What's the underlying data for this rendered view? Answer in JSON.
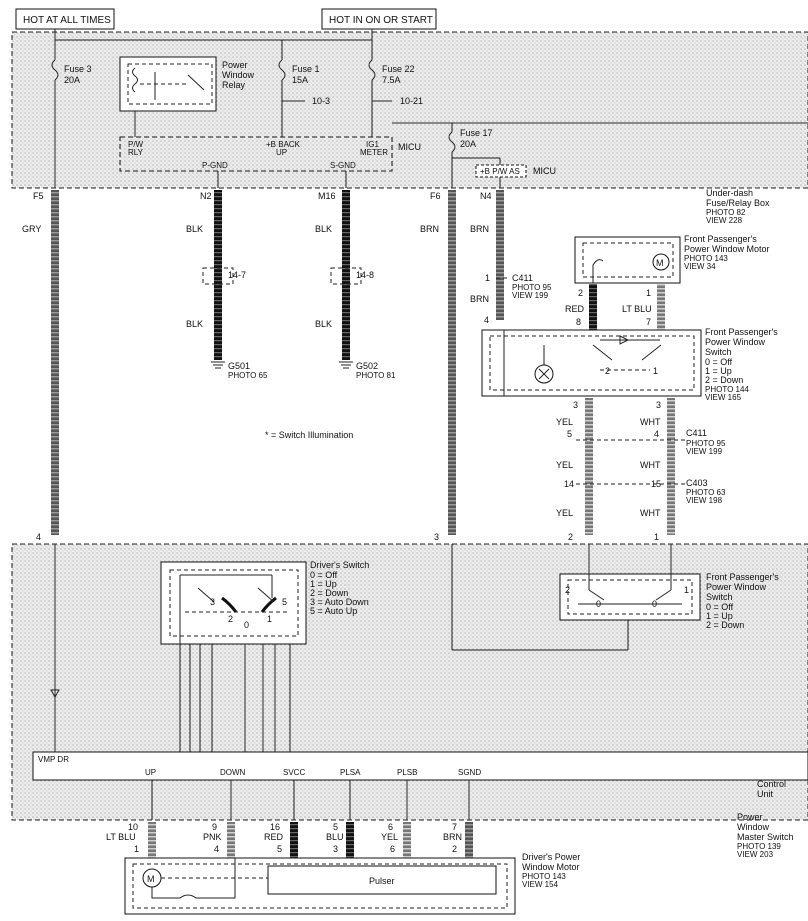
{
  "header": {
    "hot_all_times": "HOT AT ALL TIMES",
    "hot_on_start": "HOT IN ON OR START"
  },
  "fusebox": {
    "fuse3": "Fuse 3",
    "fuse3_amp": "20A",
    "relay_l1": "Power",
    "relay_l2": "Window",
    "relay_l3": "Relay",
    "fuse1": "Fuse 1",
    "fuse1_amp": "15A",
    "ref1": "10-3",
    "fuse22": "Fuse 22",
    "fuse22_amp": "7.5A",
    "ref2": "10-21",
    "micu": "MICU",
    "pw_rly_1": "P/W",
    "pw_rly_2": "RLY",
    "bback_1": "+B BACK",
    "bback_2": "UP",
    "ig1_1": "IG1",
    "ig1_2": "METER",
    "pgnd": "P-GND",
    "sgnd": "S-GND",
    "fuse17": "Fuse 17",
    "fuse17_amp": "20A",
    "bpwas": "+B P/W AS",
    "micu2": "MICU",
    "box_name_1": "Under-dash",
    "box_name_2": "Fuse/Relay Box",
    "box_photo": "PHOTO 82",
    "box_view": "VIEW 228"
  },
  "wires": {
    "f5": "F5",
    "n2": "N2",
    "m16": "M16",
    "f6": "F6",
    "n4": "N4",
    "gry": "GRY",
    "blk": "BLK",
    "brn": "BRN",
    "c147": "14-7",
    "c148": "14-8",
    "g501": "G501",
    "g501_photo": "PHOTO 65",
    "g502": "G502",
    "g502_photo": "PHOTO 81",
    "c411": "C411",
    "c411_photo": "PHOTO 95",
    "c411_view": "VIEW 199",
    "pin1": "1",
    "pin4": "4",
    "pin2": "2",
    "pin3": "3",
    "pin5": "5",
    "pin7": "7",
    "pin8": "8",
    "pin14": "14",
    "pin15": "15",
    "red": "RED",
    "ltblu": "LT BLU",
    "yel": "YEL",
    "wht": "WHT",
    "c403": "C403",
    "c403_photo": "PHOTO 63",
    "c403_view": "VIEW 198",
    "switch_illum": "* = Switch Illumination"
  },
  "fp_motor": {
    "l1": "Front Passenger's",
    "l2": "Power Window Motor",
    "photo": "PHOTO 143",
    "view": "VIEW 34",
    "m": "M"
  },
  "fp_switch": {
    "l1": "Front Passenger's",
    "l2": "Power Window",
    "l3": "Switch",
    "s0": "0 = Off",
    "s1": "1 = Up",
    "s2": "2 = Down",
    "photo": "PHOTO 144",
    "view": "VIEW 165",
    "p1": "1",
    "p2": "2"
  },
  "master": {
    "drv_sw": "Driver's Switch",
    "d0": "0 = Off",
    "d1": "1 = Up",
    "d2": "2 = Down",
    "d3": "3 = Auto Down",
    "d5": "5 = Auto Up",
    "pos3": "3",
    "pos5": "5",
    "pos2": "2",
    "pos1": "1",
    "pos0": "0",
    "fp_l1": "Front Passenger's",
    "fp_l2": "Power Window",
    "fp_l3": "Switch",
    "f0": "0 = Off",
    "f1": "1 = Up",
    "f2": "2 = Down",
    "sw_p2": "2",
    "sw_p1": "1",
    "sw_z": "0",
    "vmp": "VMP DR",
    "up": "UP",
    "down": "DOWN",
    "svcc": "SVCC",
    "plsa": "PLSA",
    "plsb": "PLSB",
    "sgnd": "SGND",
    "cu_1": "Control",
    "cu_2": "Unit",
    "ms_1": "Power",
    "ms_2": "Window",
    "ms_3": "Master Switch",
    "ms_photo": "PHOTO 139",
    "ms_view": "VIEW 203",
    "pin4": "4",
    "pin3": "3",
    "pin2": "2",
    "pin1": "1"
  },
  "bottom": {
    "n10": "10",
    "n9": "9",
    "n16": "16",
    "n5": "5",
    "n6": "6",
    "n7": "7",
    "ltblu": "LT BLU",
    "pnk": "PNK",
    "red": "RED",
    "blu": "BLU",
    "yel": "YEL",
    "brn": "BRN",
    "m1": "1",
    "m4": "4",
    "m5": "5",
    "m3": "3",
    "m6": "6",
    "m2": "2",
    "motor_l1": "Driver's Power",
    "motor_l2": "Window Motor",
    "motor_photo": "PHOTO 143",
    "motor_view": "VIEW 154",
    "pulser": "Pulser",
    "m": "M"
  }
}
